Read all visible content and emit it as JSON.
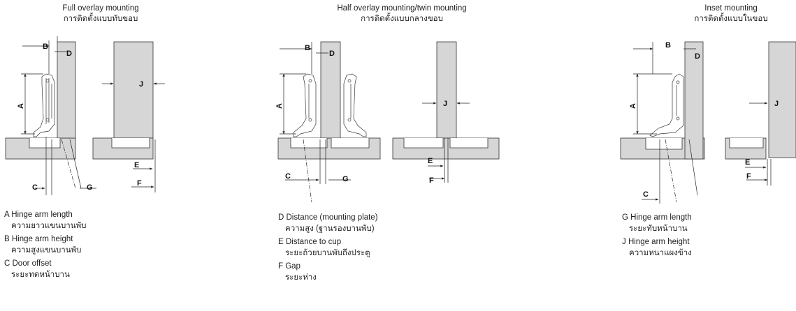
{
  "sections": [
    {
      "title_en": "Full overlay mounting",
      "title_th": "การติดตั้งแบบทับขอบ"
    },
    {
      "title_en": "Half overlay mounting/twin mounting",
      "title_th": "การติดตั้งแบบกลางขอบ"
    },
    {
      "title_en": "Inset mounting",
      "title_th": "การติดตั้งแบบในขอบ"
    }
  ],
  "dim_labels": {
    "A": "A",
    "B": "B",
    "C": "C",
    "D": "D",
    "E": "E",
    "F": "F",
    "G": "G",
    "J": "J"
  },
  "legend": [
    {
      "en": "A Hinge arm length",
      "th": "ความยาวแขนบานพับ"
    },
    {
      "en": "B Hinge arm height",
      "th": "ความสูงแขนบานพับ"
    },
    {
      "en": "C Door offset",
      "th": "ระยะทดหน้าบาน"
    },
    {
      "en": "D Distance (mounting plate)",
      "th": "ความสูง (ฐานรองบานพับ)"
    },
    {
      "en": "E Distance to cup",
      "th": "ระยะถ้วยบานพับถึงประตู"
    },
    {
      "en": "F Gap",
      "th": "ระยะห่าง"
    },
    {
      "en": "G Hinge arm length",
      "th": "ระยะทับหน้าบาน"
    },
    {
      "en": "J Hinge arm height",
      "th": "ความหนาแผงข้าง"
    }
  ],
  "colors": {
    "panel": "#d6d6d6",
    "stroke": "#333333",
    "text": "#222222"
  }
}
